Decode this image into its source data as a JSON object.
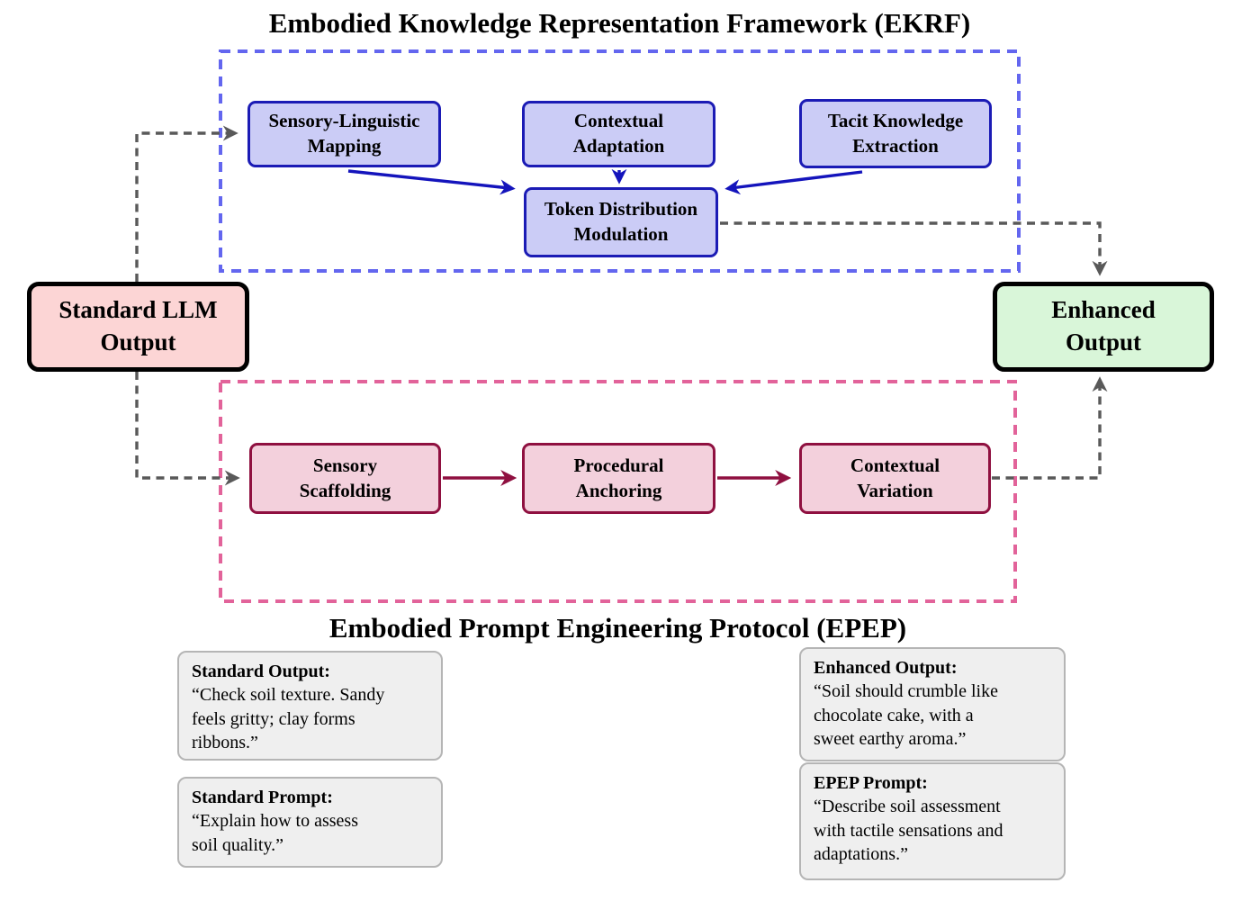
{
  "ekrf": {
    "title": "Embodied Knowledge Representation Framework (EKRF)",
    "nodes": {
      "sensory_linguistic_mapping": "Sensory-Linguistic\nMapping",
      "contextual_adaptation": "Contextual\nAdaptation",
      "tacit_knowledge_extraction": "Tacit Knowledge\nExtraction",
      "token_distribution_modulation": "Token Distribution\nModulation"
    }
  },
  "epep": {
    "title": "Embodied Prompt Engineering Protocol (EPEP)",
    "nodes": {
      "sensory_scaffolding": "Sensory\nScaffolding",
      "procedural_anchoring": "Procedural\nAnchoring",
      "contextual_variation": "Contextual\nVariation"
    }
  },
  "io": {
    "standard_llm_output": "Standard LLM\nOutput",
    "enhanced_output": "Enhanced\nOutput"
  },
  "examples": {
    "standard_output": {
      "title": "Standard Output:",
      "body": "“Check soil texture. Sandy\nfeels gritty; clay forms\nribbons.”"
    },
    "enhanced_output": {
      "title": "Enhanced Output:",
      "body": "“Soil should crumble like\nchocolate cake, with a\nsweet earthy aroma.”"
    },
    "standard_prompt": {
      "title": "Standard Prompt:",
      "body": "“Explain how to assess\nsoil quality.”"
    },
    "epep_prompt": {
      "title": "EPEP Prompt:",
      "body": "“Describe soil assessment\nwith tactile sensations and\nadaptations.”"
    }
  },
  "colors": {
    "ekrf_frame": "#6366ef",
    "epep_frame": "#e2639a",
    "module_blue_fill": "#cbccf6",
    "module_blue_border": "#1b1bb5",
    "module_pink_fill": "#f3d0dc",
    "module_pink_border": "#8f1040",
    "standard_llm_fill": "#fcd5d5",
    "enhanced_output_fill": "#d9f6d9",
    "flow_arrow_gray": "#595959",
    "blue_arrow": "#1414bc",
    "red_arrow": "#8f1040",
    "example_box_fill": "#efefef"
  }
}
